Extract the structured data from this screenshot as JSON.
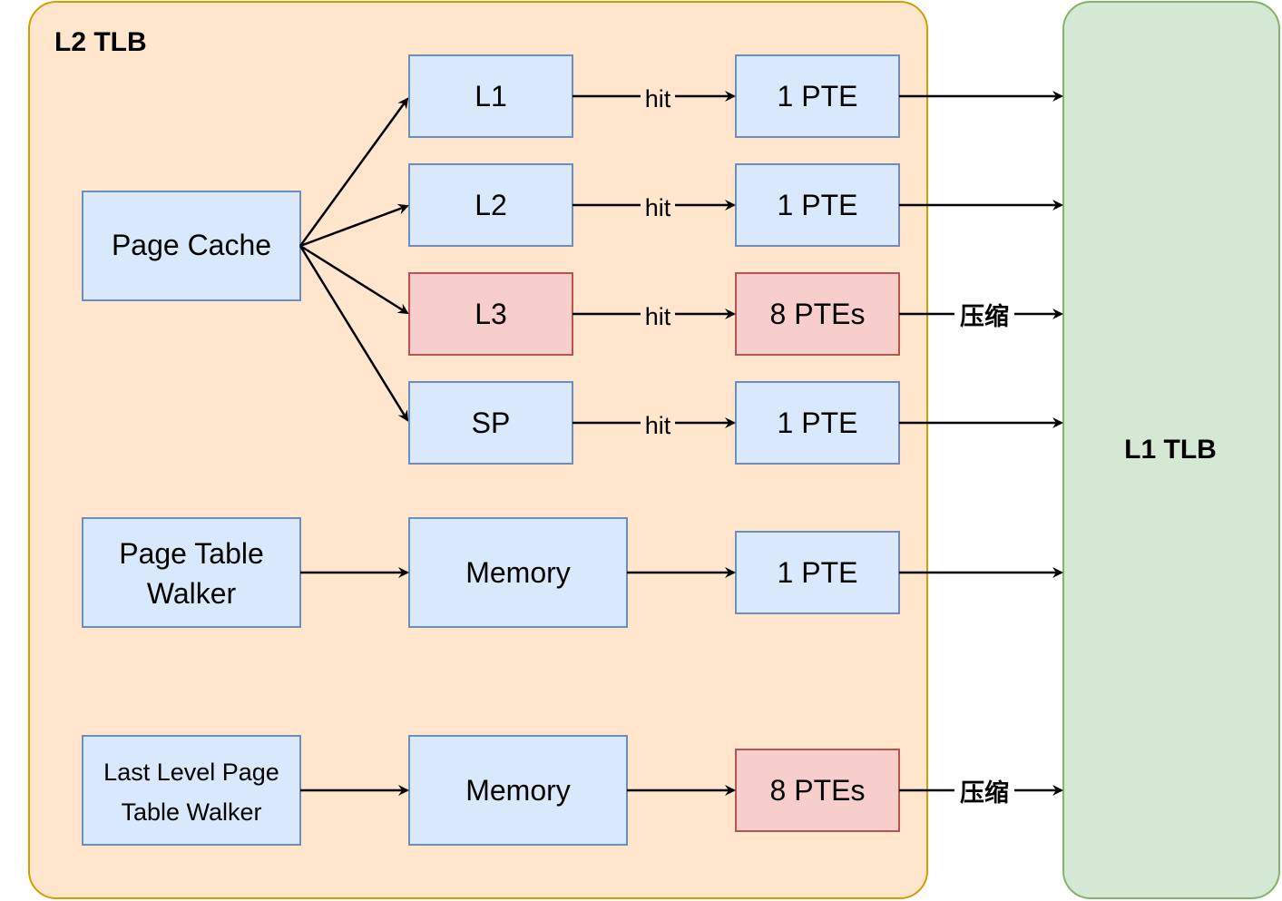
{
  "containers": {
    "l2_tlb": {
      "title": "L2 TLB",
      "fill": "#ffe6cc",
      "stroke": "#d79b00"
    },
    "l1_tlb": {
      "title": "L1 TLB",
      "fill": "#d5e8d4",
      "stroke": "#82b366"
    }
  },
  "colors": {
    "blue_fill": "#dae8fc",
    "blue_stroke": "#6c8ebf",
    "red_fill": "#f8cecc",
    "red_stroke": "#b85450"
  },
  "sources": {
    "page_cache": "Page Cache",
    "page_table_walker": [
      "Page Table",
      "Walker"
    ],
    "last_level_walker": [
      "Last Level Page",
      "Table Walker"
    ]
  },
  "levels": [
    "L1",
    "L2",
    "L3",
    "SP"
  ],
  "memory": "Memory",
  "results": {
    "pte_1": "1 PTE",
    "pte_8": "8 PTEs"
  },
  "edge_labels": {
    "hit": "hit",
    "compress": "压缩"
  }
}
